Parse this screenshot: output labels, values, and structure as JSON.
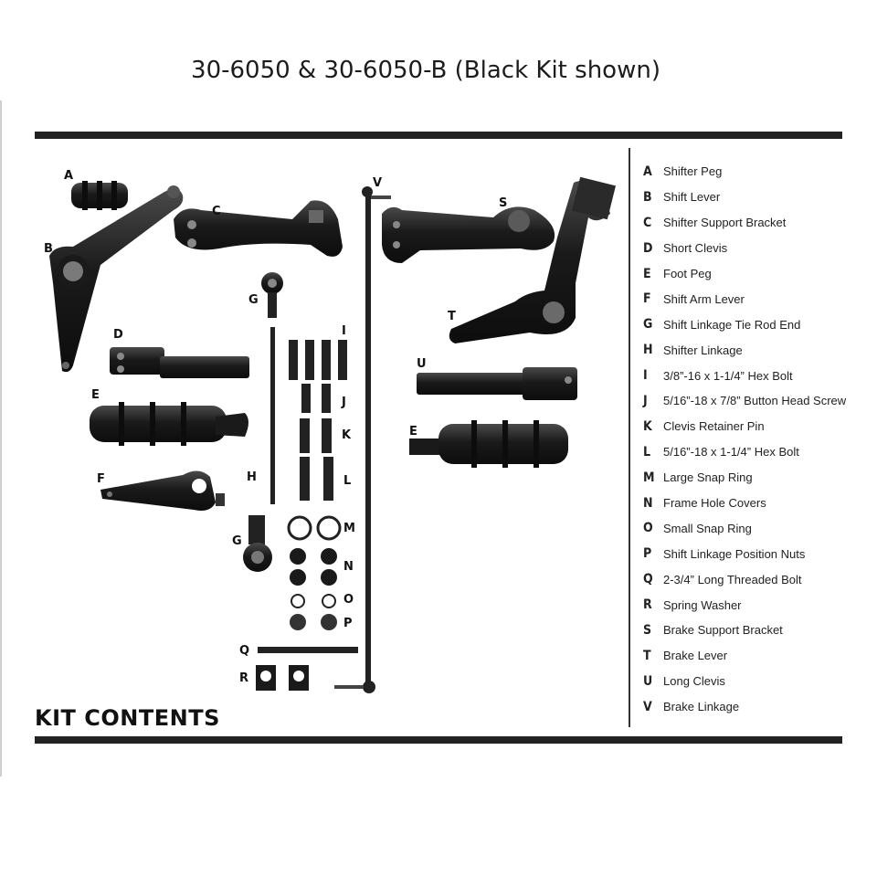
{
  "title": "30-6050 & 30-6050-B (Black Kit shown)",
  "section_title": "KIT CONTENTS",
  "legend": [
    {
      "letter": "A",
      "name": "Shifter Peg"
    },
    {
      "letter": "B",
      "name": "Shift Lever"
    },
    {
      "letter": "C",
      "name": "Shifter Support Bracket"
    },
    {
      "letter": "D",
      "name": "Short Clevis"
    },
    {
      "letter": "E",
      "name": "Foot Peg"
    },
    {
      "letter": "F",
      "name": "Shift Arm Lever"
    },
    {
      "letter": "G",
      "name": "Shift Linkage Tie Rod End"
    },
    {
      "letter": "H",
      "name": "Shifter Linkage"
    },
    {
      "letter": "I",
      "name": "3/8”-16 x 1-1/4” Hex Bolt"
    },
    {
      "letter": "J",
      "name": "5/16”-18 x 7/8” Button Head Screw"
    },
    {
      "letter": "K",
      "name": "Clevis Retainer Pin"
    },
    {
      "letter": "L",
      "name": "5/16”-18 x 1-1/4” Hex Bolt"
    },
    {
      "letter": "M",
      "name": "Large Snap Ring"
    },
    {
      "letter": "N",
      "name": "Frame Hole Covers"
    },
    {
      "letter": "O",
      "name": "Small Snap Ring"
    },
    {
      "letter": "P",
      "name": "Shift Linkage Position Nuts"
    },
    {
      "letter": "Q",
      "name": "2-3/4” Long Threaded Bolt"
    },
    {
      "letter": "R",
      "name": "Spring Washer"
    },
    {
      "letter": "S",
      "name": "Brake Support Bracket"
    },
    {
      "letter": "T",
      "name": "Brake Lever"
    },
    {
      "letter": "U",
      "name": "Long Clevis"
    },
    {
      "letter": "V",
      "name": "Brake Linkage"
    }
  ],
  "photo_labels": {
    "A": "A",
    "B": "B",
    "C": "C",
    "D": "D",
    "E1": "E",
    "E2": "E",
    "F": "F",
    "G1": "G",
    "G2": "G",
    "H": "H",
    "I": "I",
    "J": "J",
    "K": "K",
    "L": "L",
    "M": "M",
    "N": "N",
    "O": "O",
    "P": "P",
    "Q": "Q",
    "R": "R",
    "S": "S",
    "T": "T",
    "U": "U",
    "V": "V"
  },
  "colors": {
    "part": "#1b1b1b",
    "part_highlight": "#5a5a5a",
    "rule": "#222222"
  }
}
